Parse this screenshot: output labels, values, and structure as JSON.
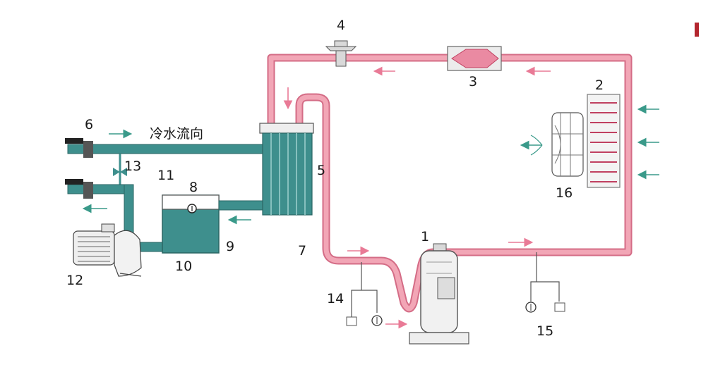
{
  "water_flow_label": "冷水流向",
  "component_numbers": {
    "compressor": "1",
    "condenser": "2",
    "filter_drier": "3",
    "expansion_valve": "4",
    "evaporator": "5",
    "chilled_water_outlet": "6",
    "label_7": "7",
    "water_tank_gauge": "8",
    "label_9": "9",
    "water_tank": "10",
    "label_11": "11",
    "water_pump": "12",
    "bypass_valve": "13",
    "low_pressure_switch": "14",
    "high_pressure_switch": "15",
    "condenser_fan": "16"
  },
  "colors": {
    "refrigerant_pipe": "#f2a6b6",
    "refrigerant_pipe_edge": "#d46c86",
    "water_pipe": "#3e8f8d",
    "water_pipe_edge": "#2a6664",
    "flow_arrow_refrigerant": "#e97a96",
    "flow_arrow_water": "#3a9a8a",
    "condenser_coil": "#c04060",
    "component_gray": "#d9d9d9"
  }
}
